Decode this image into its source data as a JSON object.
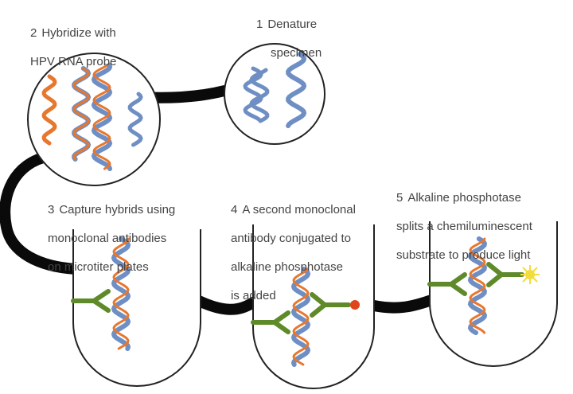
{
  "steps": [
    {
      "number": "1",
      "lines": [
        "Denature",
        "specimen"
      ]
    },
    {
      "number": "2",
      "lines": [
        "Hybridize with",
        "HPV RNA probe"
      ]
    },
    {
      "number": "3",
      "lines": [
        "Capture hybrids using",
        "monoclonal antibodies",
        "on microtiter plates"
      ]
    },
    {
      "number": "4",
      "lines": [
        "A second monoclonal",
        "antibody conjugated to",
        "alkaline phosphotase",
        "is added"
      ]
    },
    {
      "number": "5",
      "lines": [
        "Alkaline phosphotase",
        "splits a chemiluminescent",
        "substrate to produce light"
      ]
    }
  ],
  "colors": {
    "dna": "#6f8fc4",
    "probe": "#e8772e",
    "antibody": "#5f8a2a",
    "enzyme": "#e0461e",
    "light": "#f4dc3c",
    "tube": "#222222"
  }
}
